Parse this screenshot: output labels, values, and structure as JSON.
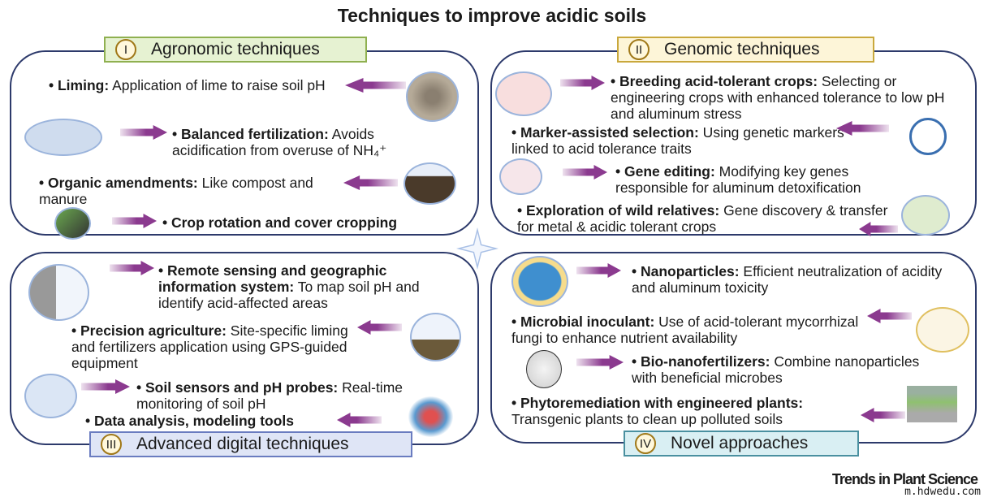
{
  "title": "Techniques to improve acidic soils",
  "sections": [
    {
      "num": "I",
      "label": "Agronomic techniques",
      "color": "#e6f2d2",
      "border": "#8fb050",
      "items": [
        {
          "bold": "• Liming:",
          "text": " Application of lime to raise soil pH",
          "icon": "lime-soil-icon"
        },
        {
          "bold": "• Balanced fertilization:",
          "text": " Avoids acidification from overuse of NH₄⁺",
          "icon": "npk-balance-icon"
        },
        {
          "bold": "• Organic amendments:",
          "text": " Like compost and manure",
          "icon": "compost-pile-icon"
        },
        {
          "bold": "• Crop rotation and cover cropping",
          "text": "",
          "icon": "cover-crop-icon"
        }
      ]
    },
    {
      "num": "II",
      "label": "Genomic techniques",
      "color": "#fdf5d8",
      "border": "#c9a83c",
      "items": [
        {
          "bold": "• Breeding acid-tolerant crops:",
          "text": " Selecting or engineering crops with enhanced tolerance to low pH and aluminum stress",
          "icon": "chromosome-icon"
        },
        {
          "bold": "• Marker-assisted selection:",
          "text": " Using genetic markers linked to acid tolerance traits",
          "icon": "marker-gel-icon"
        },
        {
          "bold": "• Gene editing:",
          "text": " Modifying key genes responsible for aluminum detoxification",
          "icon": "dna-scissors-icon"
        },
        {
          "bold": "• Exploration of wild relatives:",
          "text": " Gene discovery & transfer for metal & acidic tolerant crops",
          "icon": "wild-plant-icon"
        }
      ]
    },
    {
      "num": "III",
      "label": "Advanced digital techniques",
      "color": "#dfe5f6",
      "border": "#6a7cc0",
      "items": [
        {
          "bold": "• Remote sensing and geographic information system:",
          "text": " To map soil pH and identify acid-affected areas",
          "icon": "server-globe-icon"
        },
        {
          "bold": "• Precision agriculture:",
          "text": " Site-specific liming and fertilizers application using GPS-guided equipment",
          "icon": "irrigation-field-icon"
        },
        {
          "bold": "• Soil sensors and pH probes:",
          "text": " Real-time monitoring of soil pH",
          "icon": "sensor-probe-icon"
        },
        {
          "bold": "• Data analysis, modeling tools",
          "text": "",
          "icon": "data-network-icon"
        }
      ]
    },
    {
      "num": "IV",
      "label": "Novel approaches",
      "color": "#d9eff3",
      "border": "#4a90a0",
      "items": [
        {
          "bold": "• Nanoparticles:",
          "text": " Efficient neutralization of acidity and aluminum toxicity",
          "icon": "nanoparticle-icon"
        },
        {
          "bold": "• Microbial inoculant:",
          "text": " Use of acid-tolerant mycorrhizal fungi  to enhance nutrient availability",
          "icon": "petri-dish-icon"
        },
        {
          "bold": "• Bio-nanofertilizers:",
          "text": " Combine nanoparticles with beneficial microbes",
          "icon": "bio-nano-sphere-icon"
        },
        {
          "bold": "• Phytoremediation with engineered plants:",
          "text": " Transgenic plants to clean up polluted soils",
          "icon": "landscape-icon"
        }
      ]
    }
  ],
  "footer": {
    "brand": "Trends in Plant Science",
    "watermark": "m.hdwedu.com"
  },
  "colors": {
    "arrow": "#8b3a8f",
    "frame": "#2d3a6b"
  }
}
